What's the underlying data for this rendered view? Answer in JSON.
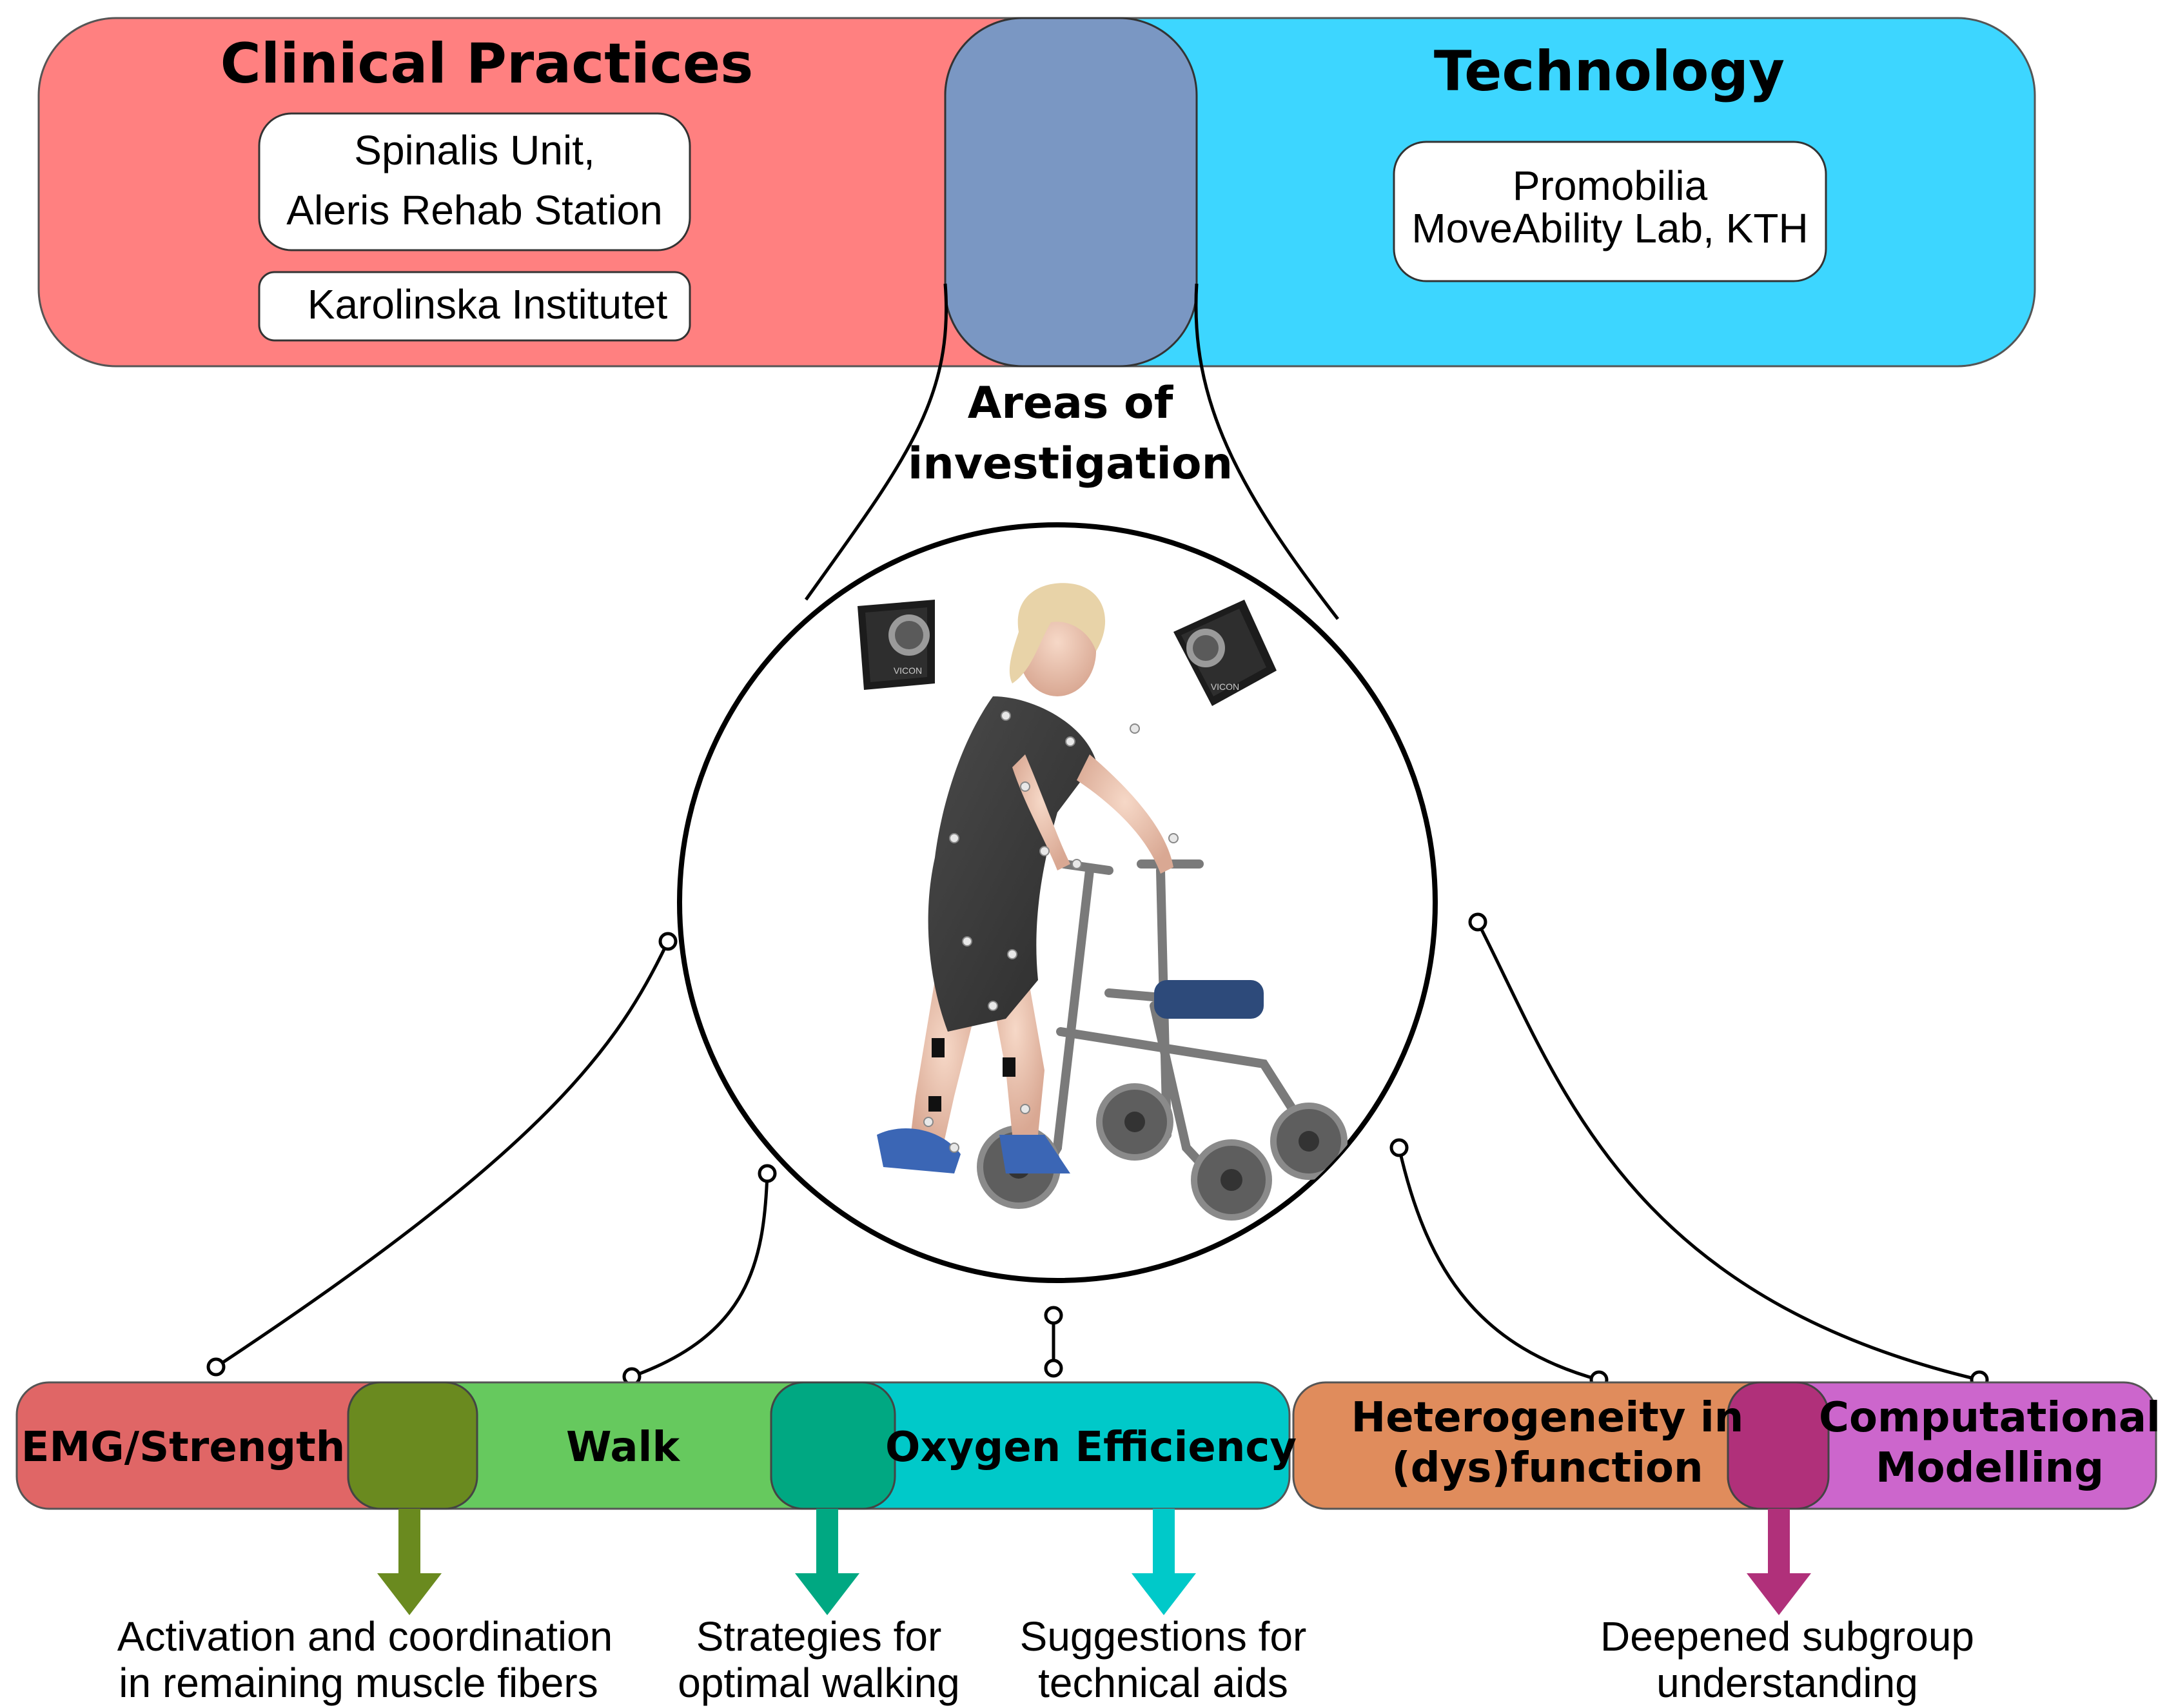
{
  "colors": {
    "clinical": "#FF8080",
    "technology": "#3DD6FF",
    "overlap": "#7A97C3",
    "emg": "#E06666",
    "emg_walk_overlap": "#6A8A1F",
    "walk": "#66C95E",
    "walk_oxygen_overlap": "#00A882",
    "oxygen": "#00C9C9",
    "hetero": "#E08C5C",
    "hetero_comp_overlap": "#B0307A",
    "comp": "#CC66CC",
    "outline": "#000000"
  },
  "top": {
    "clinical_title": "Clinical Practices",
    "clinical_box1_line1": "Spinalis Unit,",
    "clinical_box1_line2": "Aleris Rehab Station",
    "clinical_box2": "Karolinska Institutet",
    "tech_title": "Technology",
    "tech_box_line1": "Promobilia",
    "tech_box_line2": "MoveAbility Lab, KTH"
  },
  "center": {
    "label_line1": "Areas of",
    "label_line2": "investigation",
    "camera_brand": "VICON"
  },
  "bottom": {
    "emg": "EMG/Strength",
    "walk": "Walk",
    "oxygen": "Oxygen Efficiency",
    "hetero_line1": "Heterogeneity in",
    "hetero_line2": "(dys)function",
    "comp_line1": "Computational",
    "comp_line2": "Modelling"
  },
  "outcomes": {
    "o1_line1": "Activation and coordination",
    "o1_line2": "in remaining muscle fibers",
    "o2_line1": "Strategies for",
    "o2_line2": "optimal walking",
    "o3_line1": "Suggestions for",
    "o3_line2": "technical aids",
    "o4_line1": "Deepened subgroup",
    "o4_line2": "understanding"
  }
}
